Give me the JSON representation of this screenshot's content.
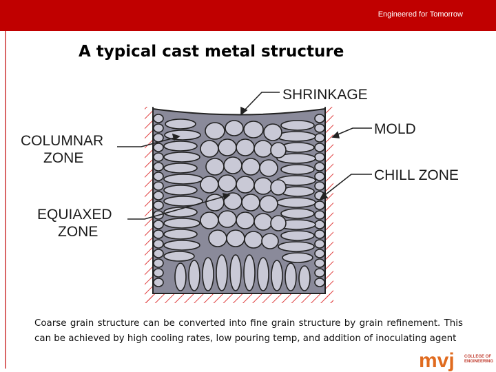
{
  "header": {
    "tagline": "Engineered for Tomorrow",
    "bar_color": "#c00000"
  },
  "slide": {
    "title": "A typical cast metal structure"
  },
  "figure": {
    "labels": {
      "shrinkage": "SHRINKAGE",
      "mold": "MOLD",
      "chill_zone": "CHILL ZONE",
      "columnar_zone_line1": "COLUMNAR",
      "columnar_zone_line2": "ZONE",
      "equiaxed_zone_line1": "EQUIAXED",
      "equiaxed_zone_line2": "ZONE"
    },
    "grain_fill": "#c9c9d6",
    "mold_hatch_color": "#e04040"
  },
  "caption": {
    "text": "Coarse grain structure can be converted into fine grain structure by grain refinement. This can be achieved by high cooling rates, low pouring temp, and addition of inoculating agent"
  },
  "logo": {
    "mark": "mvj",
    "line1": "COLLEGE OF",
    "line2": "ENGINEERING"
  }
}
